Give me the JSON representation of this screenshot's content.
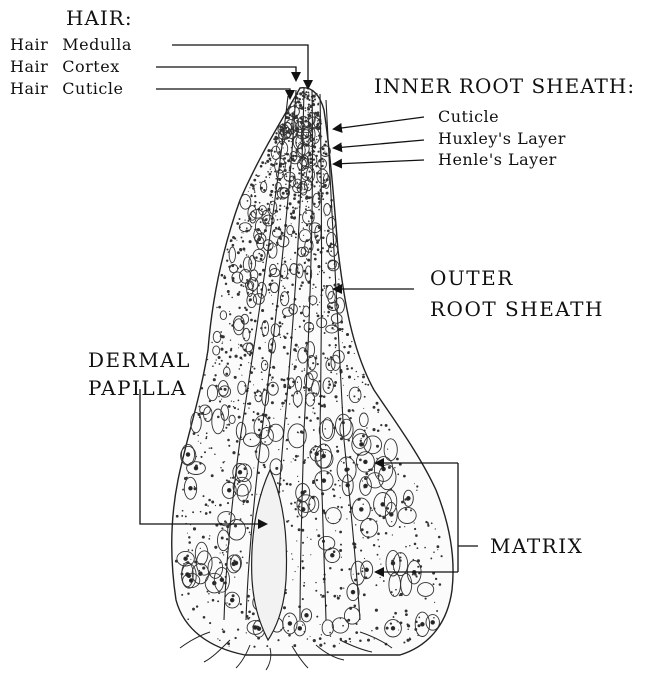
{
  "hair": {
    "heading": "HAIR:",
    "items": [
      {
        "prefix": "Hair",
        "name": "Medulla"
      },
      {
        "prefix": "Hair",
        "name": "Cortex"
      },
      {
        "prefix": "Hair",
        "name": "Cuticle"
      }
    ]
  },
  "inner_root_sheath": {
    "heading": "INNER ROOT SHEATH:",
    "items": [
      "Cuticle",
      "Huxley's Layer",
      "Henle's Layer"
    ]
  },
  "outer_root_sheath": {
    "line1": "OUTER",
    "line2": "ROOT SHEATH"
  },
  "dermal_papilla": {
    "line1": "DERMAL",
    "line2": "PAPILLA"
  },
  "matrix": {
    "label": "MATRIX"
  },
  "colors": {
    "ink": "#111111",
    "background": "#ffffff"
  }
}
